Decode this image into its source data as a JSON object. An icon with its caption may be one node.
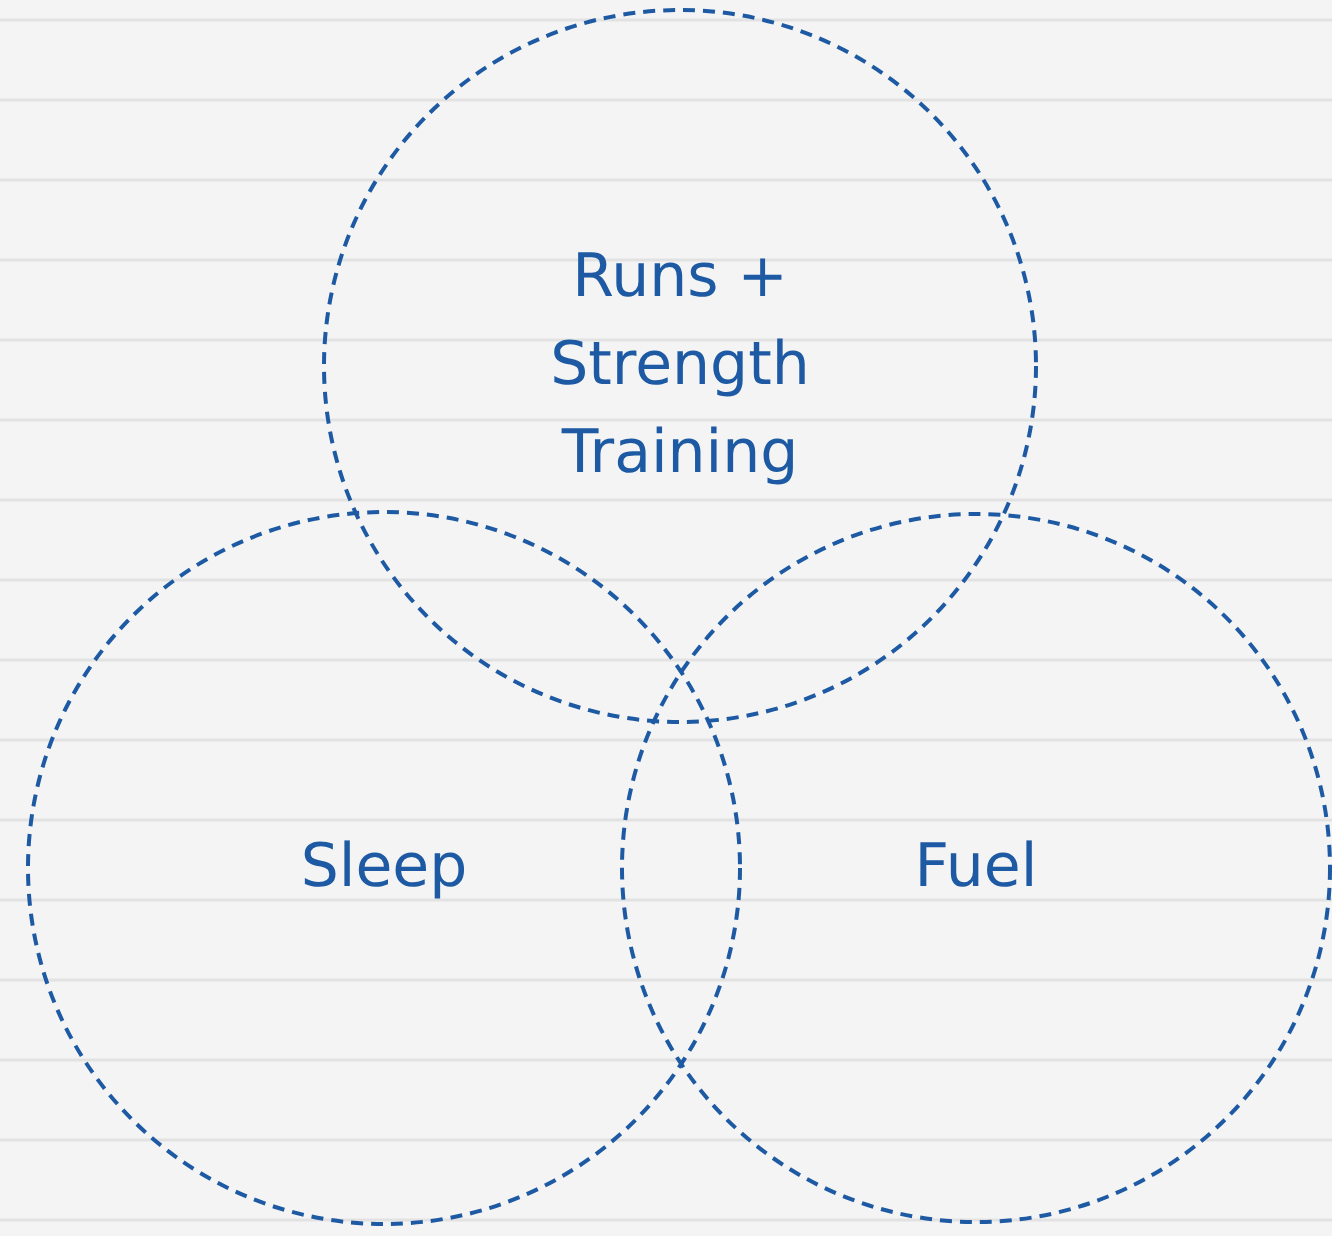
{
  "diagram": {
    "nodes": [
      {
        "text": [
          "Runs + Strength Training"
        ]
      },
      {
        "text": [
          "Sleep"
        ]
      },
      {
        "text": [
          "Fuel"
        ]
      }
    ]
  }
}
